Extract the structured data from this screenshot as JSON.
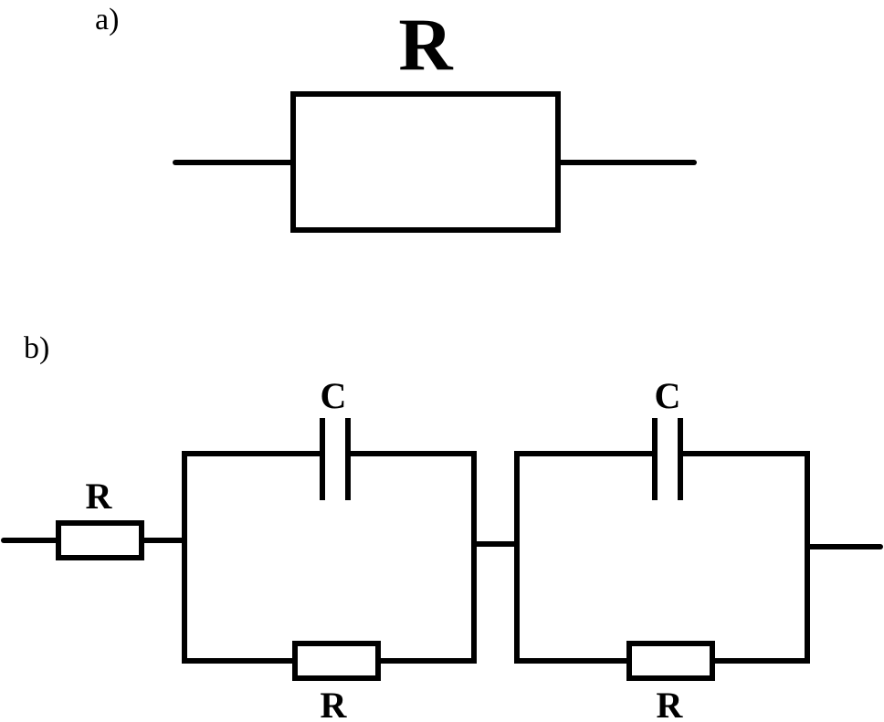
{
  "panel_a": {
    "label": "a)",
    "resistor": {
      "label": "R"
    }
  },
  "panel_b": {
    "label": "b)",
    "series_resistor": {
      "label": "R"
    },
    "rc_block_1": {
      "capacitor": {
        "label": "C"
      },
      "resistor": {
        "label": "R"
      }
    },
    "rc_block_2": {
      "capacitor": {
        "label": "C"
      },
      "resistor": {
        "label": "R"
      }
    }
  }
}
